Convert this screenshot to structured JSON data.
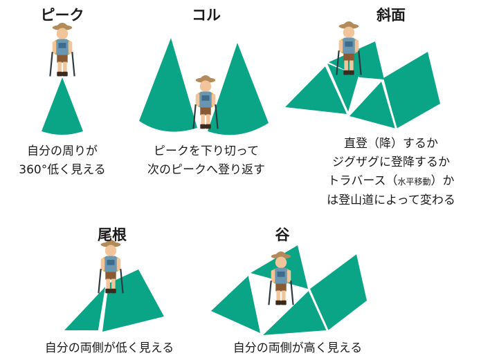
{
  "colors": {
    "terrain": "#0aa586",
    "edge": "#ffffff",
    "shirt": "#6b96b2",
    "skin": "#f1c49a",
    "hat": "#b38b5a",
    "pants": "#8a5a32",
    "pack": "#e9b23a",
    "boots": "#3b2a1e",
    "poles": "#2f3a40"
  },
  "panels": {
    "peak": {
      "title": "ピーク",
      "caption_lines": [
        "自分の周りが",
        "360°低く見える"
      ]
    },
    "col": {
      "title": "コル",
      "caption_lines": [
        "ピークを下り切って",
        "次のピークへ登り返す"
      ]
    },
    "slope": {
      "title": "斜面",
      "caption_lines": [
        "直登（降）するか",
        "ジグザグに登降するか",
        "トラバース（",
        "水平移動",
        "）か",
        "は登山道によって変わる"
      ]
    },
    "ridge": {
      "title": "尾根",
      "caption_lines": [
        "自分の両側が低く見える"
      ]
    },
    "valley": {
      "title": "谷",
      "caption_lines": [
        "自分の両側が高く見える"
      ]
    }
  },
  "icons": [
    "hiker-icon"
  ]
}
